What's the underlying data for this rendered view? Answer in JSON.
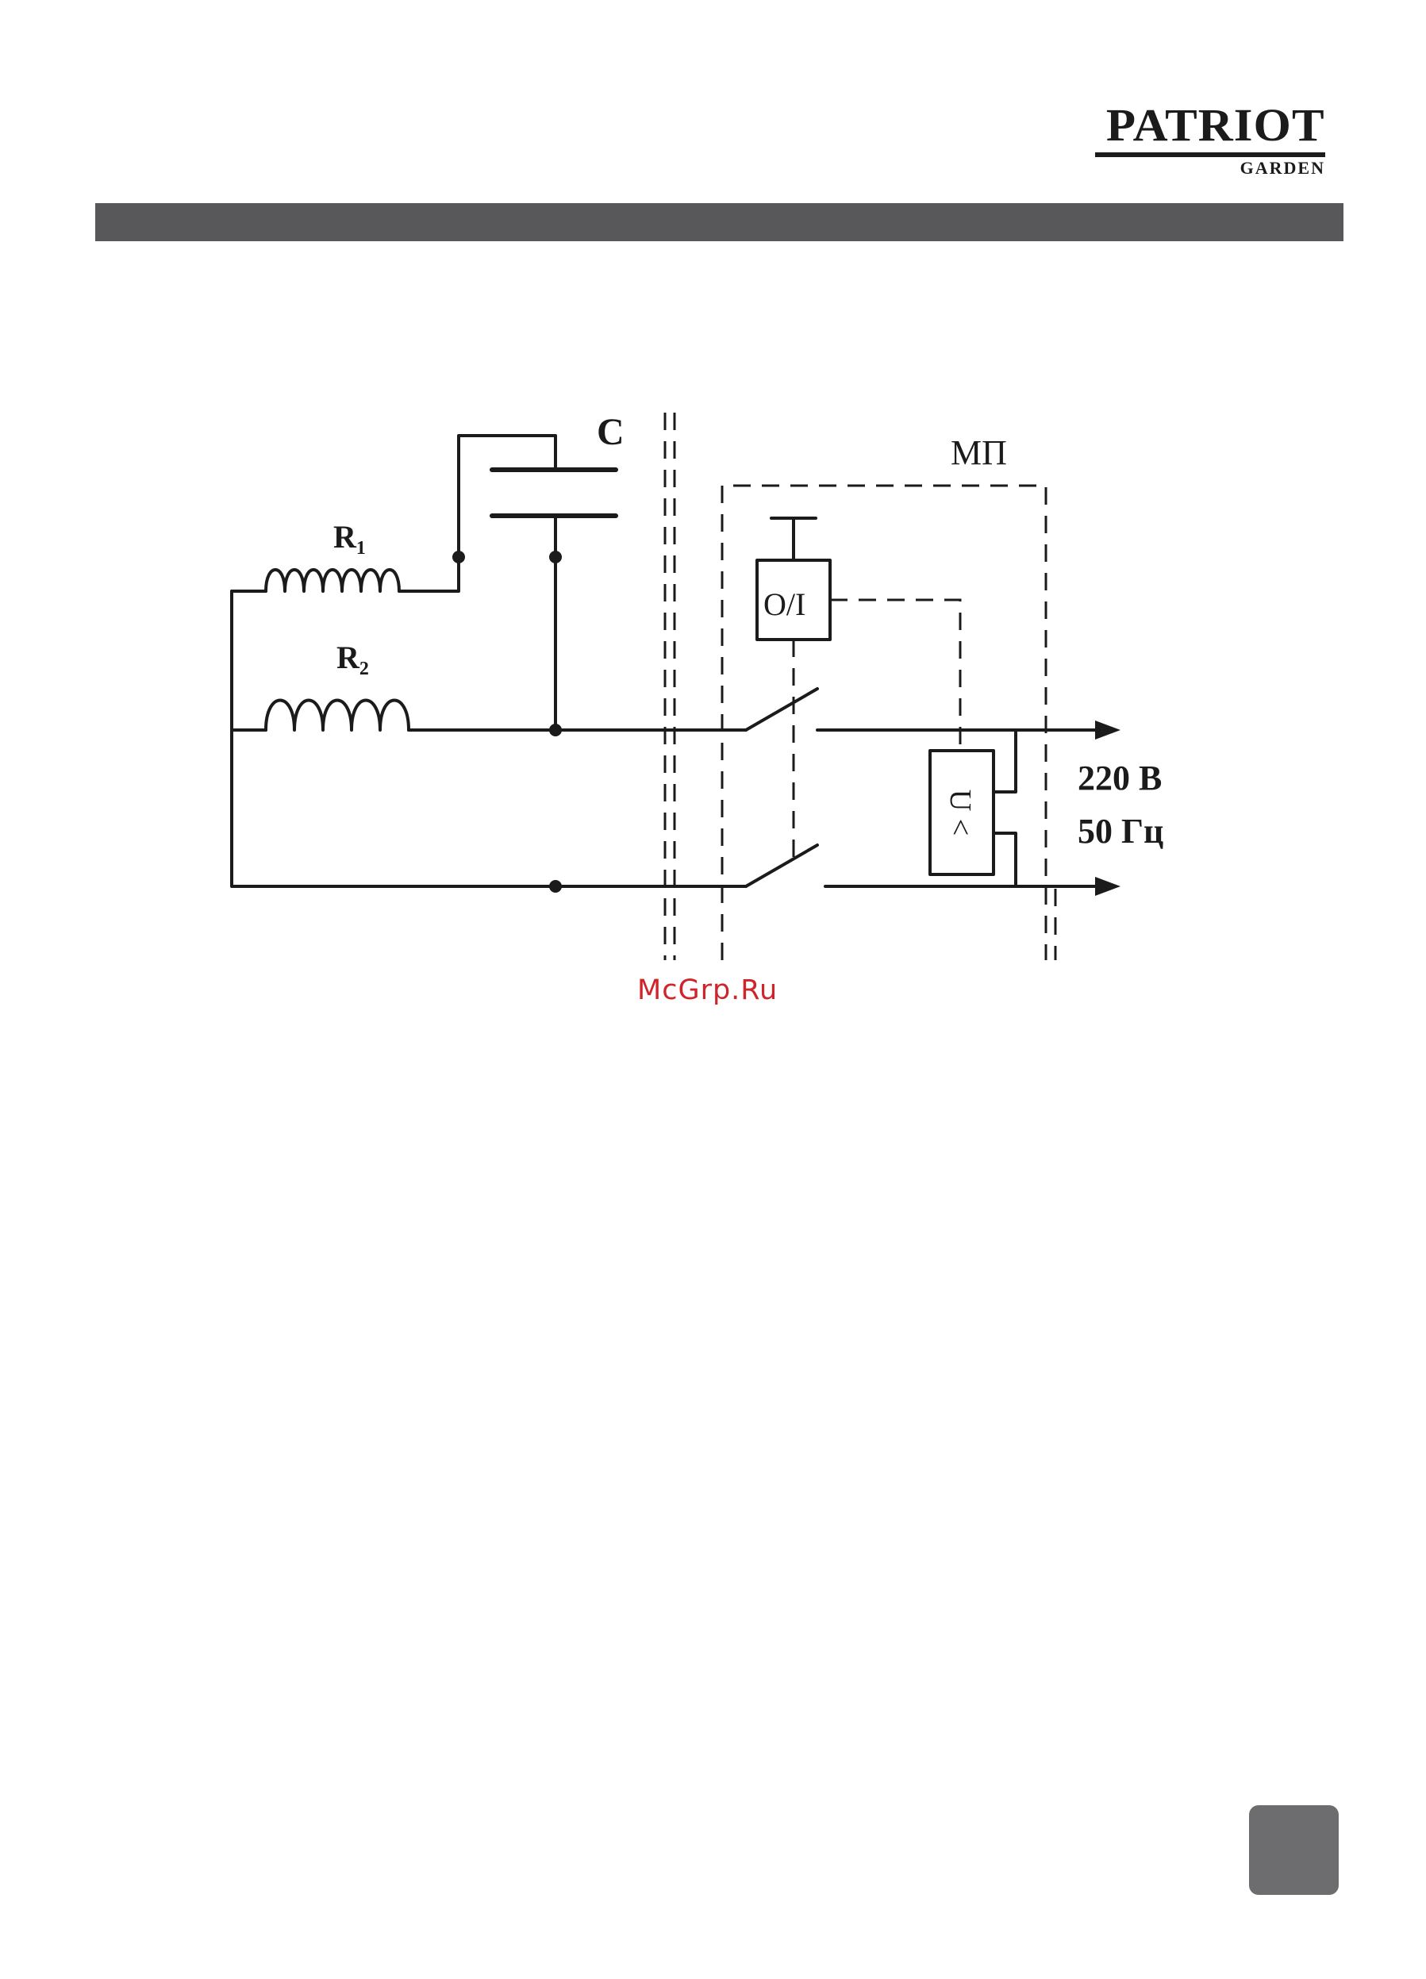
{
  "logo": {
    "name": "PATRIOT",
    "sub": "GARDEN"
  },
  "diagram": {
    "labels": {
      "capacitor": "C",
      "winding_1": "R",
      "winding_1_sub": "1",
      "winding_2": "R",
      "winding_2_sub": "2",
      "starter": "МП",
      "switch": "O/I",
      "relay": "U <",
      "voltage": "220 В",
      "frequency": "50 Гц"
    }
  },
  "watermark": "McGrp.Ru",
  "colors": {
    "header_bar": "#58585b",
    "page_box": "#6d6d70",
    "ink": "#1b1b1b",
    "watermark": "#d0242b"
  }
}
